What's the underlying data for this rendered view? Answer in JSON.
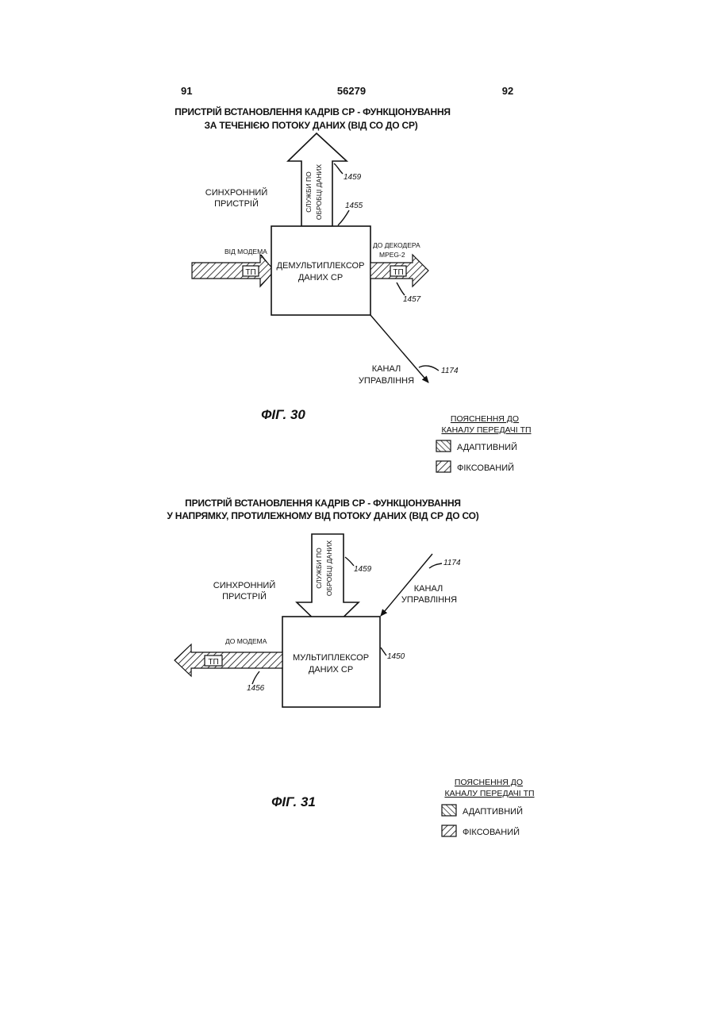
{
  "header": {
    "page_left": "91",
    "patent_number": "56279",
    "page_right": "92"
  },
  "fig30": {
    "title_line1": "ПРИСТРІЙ ВСТАНОВЛЕННЯ КАДРІВ СР - ФУНКЦІОНУВАННЯ",
    "title_line2": "ЗА ТЕЧЕНІЄЮ ПОТОКУ ДАНИХ (ВІД СО ДО СР)",
    "sync_line1": "СИНХРОННИЙ",
    "sync_line2": "ПРИСТРІЙ",
    "arrow_up_line1": "СЛУЖБИ ПО",
    "arrow_up_line2": "ОБРОБЦІ ДАНИХ",
    "ref_1459": "1459",
    "ref_1455": "1455",
    "from_modem": "ВІД МОДЕМА",
    "tp_left": "ТП",
    "box_line1": "ДЕМУЛЬТИПЛЕКСОР",
    "box_line2": "ДАНИХ СР",
    "to_decoder_line1": "ДО ДЕКОДЕРА",
    "to_decoder_line2": "MPEG-2",
    "tp_right": "ТП",
    "ref_1457": "1457",
    "control_line1": "КАНАЛ",
    "control_line2": "УПРАВЛІННЯ",
    "ref_1174": "1174",
    "caption": "ФІГ. 30",
    "legend_title_line1": "ПОЯСНЕННЯ ДО",
    "legend_title_line2": "КАНАЛУ ПЕРЕДАЧІ ТП",
    "legend_adaptive": "АДАПТИВНИЙ",
    "legend_fixed": "ФІКСОВАНИЙ"
  },
  "fig31": {
    "title_line1": "ПРИСТРІЙ ВСТАНОВЛЕННЯ КАДРІВ СР - ФУНКЦІОНУВАННЯ",
    "title_line2": "У НАПРЯМКУ, ПРОТИЛЕЖНОМУ ВІД ПОТОКУ ДАНИХ (ВІД СР ДО СО)",
    "sync_line1": "СИНХРОННИЙ",
    "sync_line2": "ПРИСТРІЙ",
    "arrow_down_line1": "СЛУЖБИ ПО",
    "arrow_down_line2": "ОБРОБЦІ ДАНИХ",
    "ref_1459": "1459",
    "ref_1174": "1174",
    "control_line1": "КАНАЛ",
    "control_line2": "УПРАВЛІННЯ",
    "to_modem": "ДО МОДЕМА",
    "tp": "ТП",
    "box_line1": "МУЛЬТИПЛЕКСОР",
    "box_line2": "ДАНИХ СР",
    "ref_1450": "1450",
    "ref_1456": "1456",
    "caption": "ФІГ. 31",
    "legend_title_line1": "ПОЯСНЕННЯ ДО",
    "legend_title_line2": "КАНАЛУ ПЕРЕДАЧІ ТП",
    "legend_adaptive": "АДАПТИВНИЙ",
    "legend_fixed": "ФІКСОВАНИЙ"
  }
}
